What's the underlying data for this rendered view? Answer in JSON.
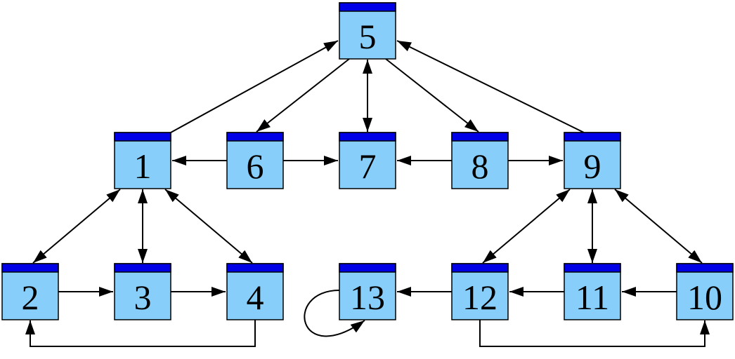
{
  "colors": {
    "box_fill": "#87cefa",
    "header_fill": "#0000e6",
    "stroke": "#000000",
    "background": "#ffffff"
  },
  "nodes": [
    {
      "id": "5",
      "label": "5"
    },
    {
      "id": "1",
      "label": "1"
    },
    {
      "id": "6",
      "label": "6"
    },
    {
      "id": "7",
      "label": "7"
    },
    {
      "id": "8",
      "label": "8"
    },
    {
      "id": "9",
      "label": "9"
    },
    {
      "id": "2",
      "label": "2"
    },
    {
      "id": "3",
      "label": "3"
    },
    {
      "id": "4",
      "label": "4"
    },
    {
      "id": "13",
      "label": "13"
    },
    {
      "id": "12",
      "label": "12"
    },
    {
      "id": "11",
      "label": "11"
    },
    {
      "id": "10",
      "label": "10"
    }
  ],
  "edges": [
    {
      "from": "1",
      "to": "5",
      "bidirectional": false
    },
    {
      "from": "9",
      "to": "5",
      "bidirectional": false
    },
    {
      "from": "5",
      "to": "6",
      "bidirectional": false
    },
    {
      "from": "5",
      "to": "7",
      "bidirectional": true
    },
    {
      "from": "5",
      "to": "8",
      "bidirectional": false
    },
    {
      "from": "6",
      "to": "1",
      "bidirectional": false
    },
    {
      "from": "6",
      "to": "7",
      "bidirectional": false
    },
    {
      "from": "8",
      "to": "7",
      "bidirectional": false
    },
    {
      "from": "8",
      "to": "9",
      "bidirectional": false
    },
    {
      "from": "1",
      "to": "2",
      "bidirectional": true
    },
    {
      "from": "1",
      "to": "3",
      "bidirectional": true
    },
    {
      "from": "1",
      "to": "4",
      "bidirectional": true
    },
    {
      "from": "9",
      "to": "12",
      "bidirectional": true
    },
    {
      "from": "9",
      "to": "11",
      "bidirectional": true
    },
    {
      "from": "9",
      "to": "10",
      "bidirectional": true
    },
    {
      "from": "2",
      "to": "3",
      "bidirectional": false
    },
    {
      "from": "3",
      "to": "4",
      "bidirectional": false
    },
    {
      "from": "4",
      "to": "2",
      "bidirectional": false
    },
    {
      "from": "10",
      "to": "11",
      "bidirectional": false
    },
    {
      "from": "11",
      "to": "12",
      "bidirectional": false
    },
    {
      "from": "12",
      "to": "13",
      "bidirectional": false
    },
    {
      "from": "12",
      "to": "10",
      "bidirectional": false
    },
    {
      "from": "13",
      "to": "13",
      "bidirectional": false
    }
  ]
}
